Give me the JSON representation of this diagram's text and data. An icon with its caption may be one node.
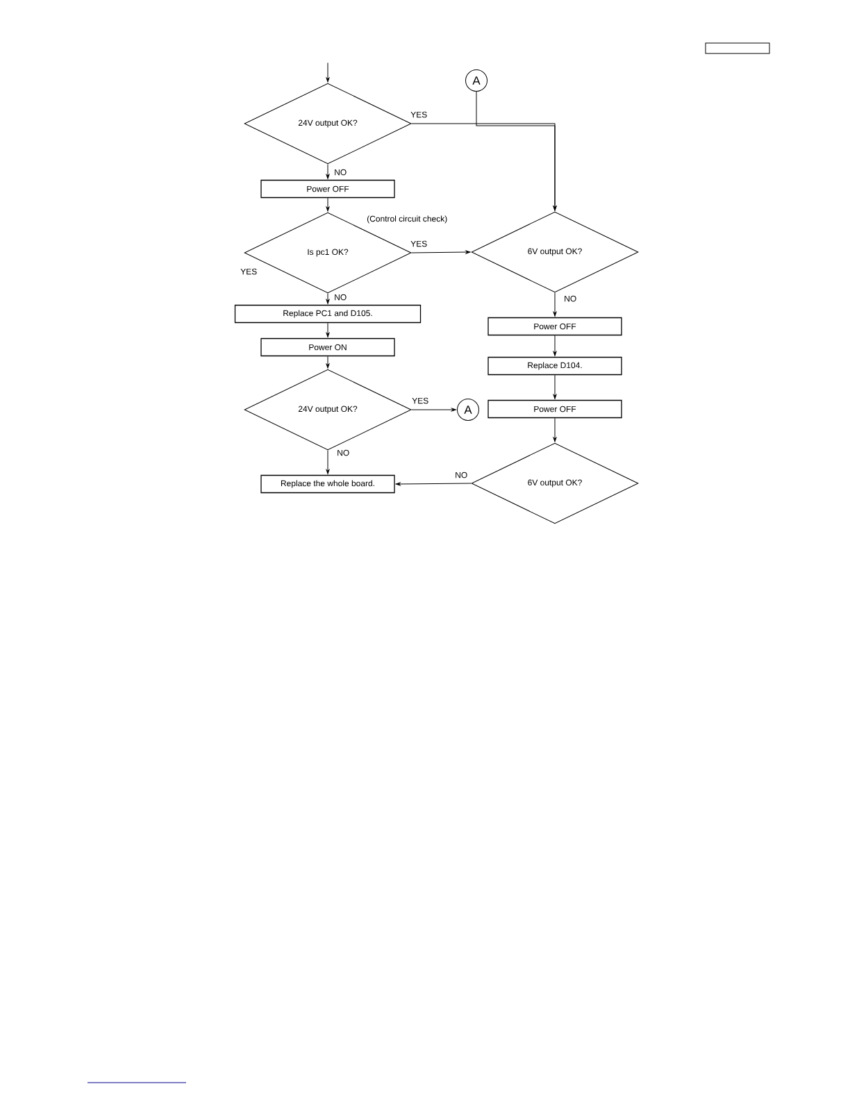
{
  "diagram": {
    "nodes": [
      {
        "text": [
          "24V output OK?"
        ]
      },
      {
        "text": [
          "A"
        ]
      },
      {
        "text": [
          "Power OFF"
        ]
      },
      {
        "text": [
          "Is pc1 OK?"
        ],
        "beside": [
          "(Control circuit check)"
        ]
      },
      {
        "text": [
          "6V output OK?"
        ]
      },
      {
        "text": [
          "Replace PC1 and D105."
        ]
      },
      {
        "text": [
          "Power ON"
        ]
      },
      {
        "text": [
          "24V output OK?"
        ]
      },
      {
        "text": [
          "A"
        ]
      },
      {
        "text": [
          "Power OFF"
        ]
      },
      {
        "text": [
          "Replace D104."
        ]
      },
      {
        "text": [
          "Power OFF"
        ]
      },
      {
        "text": [
          "6V output OK?"
        ]
      },
      {
        "text": [
          "Replace the whole board."
        ]
      }
    ],
    "edges": [
      {
        "from": null,
        "to": 0,
        "arrow": "to"
      },
      {
        "from": 0,
        "to": 2,
        "arrow": "to",
        "label": "NO"
      },
      {
        "from": 0,
        "to": 4,
        "arrow": "to",
        "label": "YES"
      },
      {
        "from": 1,
        "to": 4,
        "arrow": "to"
      },
      {
        "from": 2,
        "to": 3,
        "arrow": "to"
      },
      {
        "from": 3,
        "to": 4,
        "arrow": "to",
        "label": "YES"
      },
      {
        "from": 3,
        "to": 5,
        "arrow": "to",
        "label": "NO"
      },
      {
        "from": 5,
        "to": 6,
        "arrow": "to"
      },
      {
        "from": 6,
        "to": 7,
        "arrow": "to"
      },
      {
        "from": 7,
        "to": 8,
        "arrow": "to",
        "label": "YES"
      },
      {
        "from": 7,
        "to": 13,
        "arrow": "to",
        "label": "NO"
      },
      {
        "from": 4,
        "to": 9,
        "arrow": "to",
        "label": "NO"
      },
      {
        "from": 9,
        "to": 10,
        "arrow": "to"
      },
      {
        "from": 10,
        "to": 11,
        "arrow": "to"
      },
      {
        "from": 11,
        "to": 12,
        "arrow": "to"
      },
      {
        "from": 12,
        "to": 13,
        "arrow": "to",
        "label": "NO"
      }
    ],
    "labels": [
      "YES"
    ]
  }
}
